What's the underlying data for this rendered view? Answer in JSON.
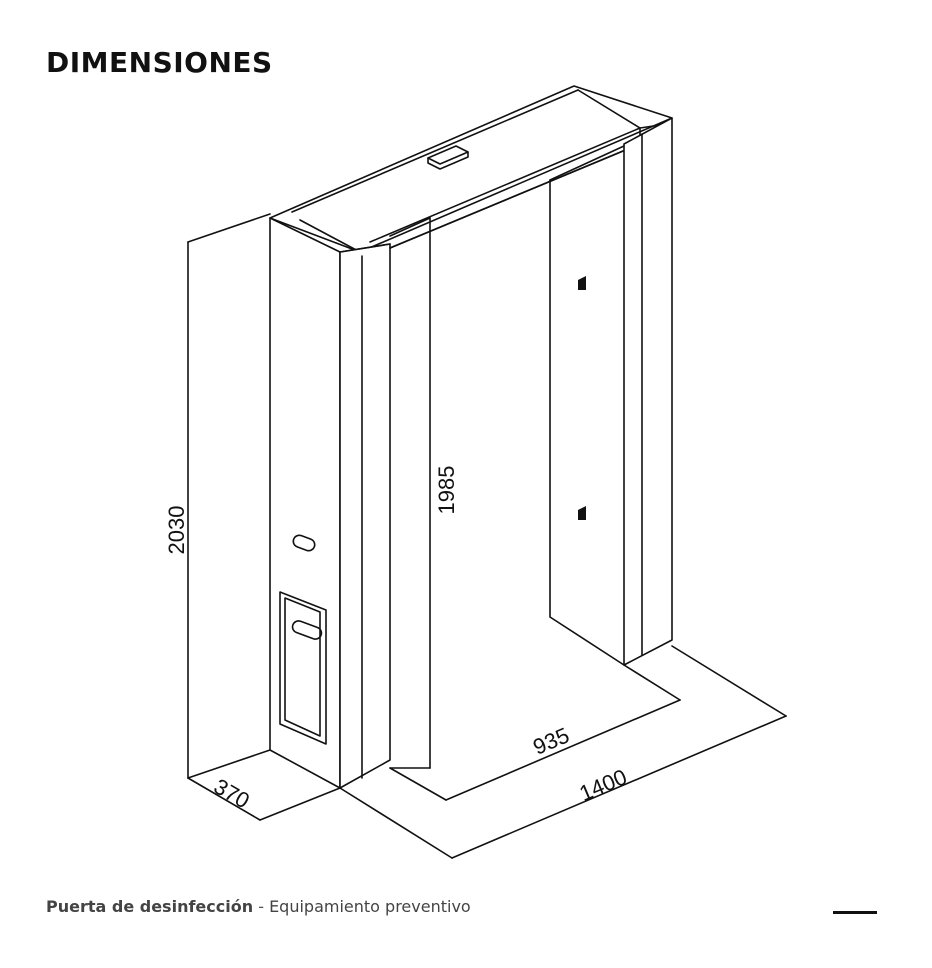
{
  "title": "DIMENSIONES",
  "dimensions": {
    "total_height": "2030",
    "inner_height": "1985",
    "inner_width": "935",
    "total_width": "1400",
    "depth": "370"
  },
  "footer": {
    "product": "Puerta de desinfección",
    "separator": " - ",
    "subtitle": "Equipamiento preventivo"
  },
  "colors": {
    "line": "#111111",
    "footer_text": "#444444"
  }
}
